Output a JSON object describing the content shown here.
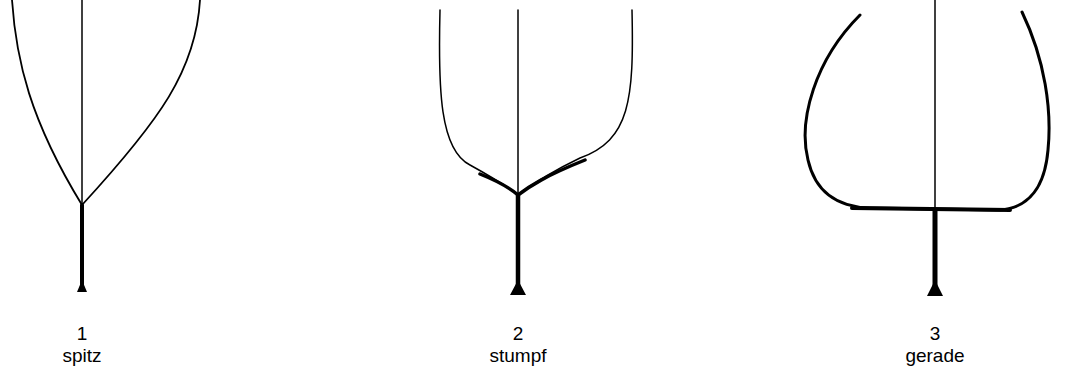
{
  "diagram": {
    "labels": [
      "1",
      "spitz",
      "2",
      "stumpf",
      "3",
      "gerade"
    ]
  }
}
